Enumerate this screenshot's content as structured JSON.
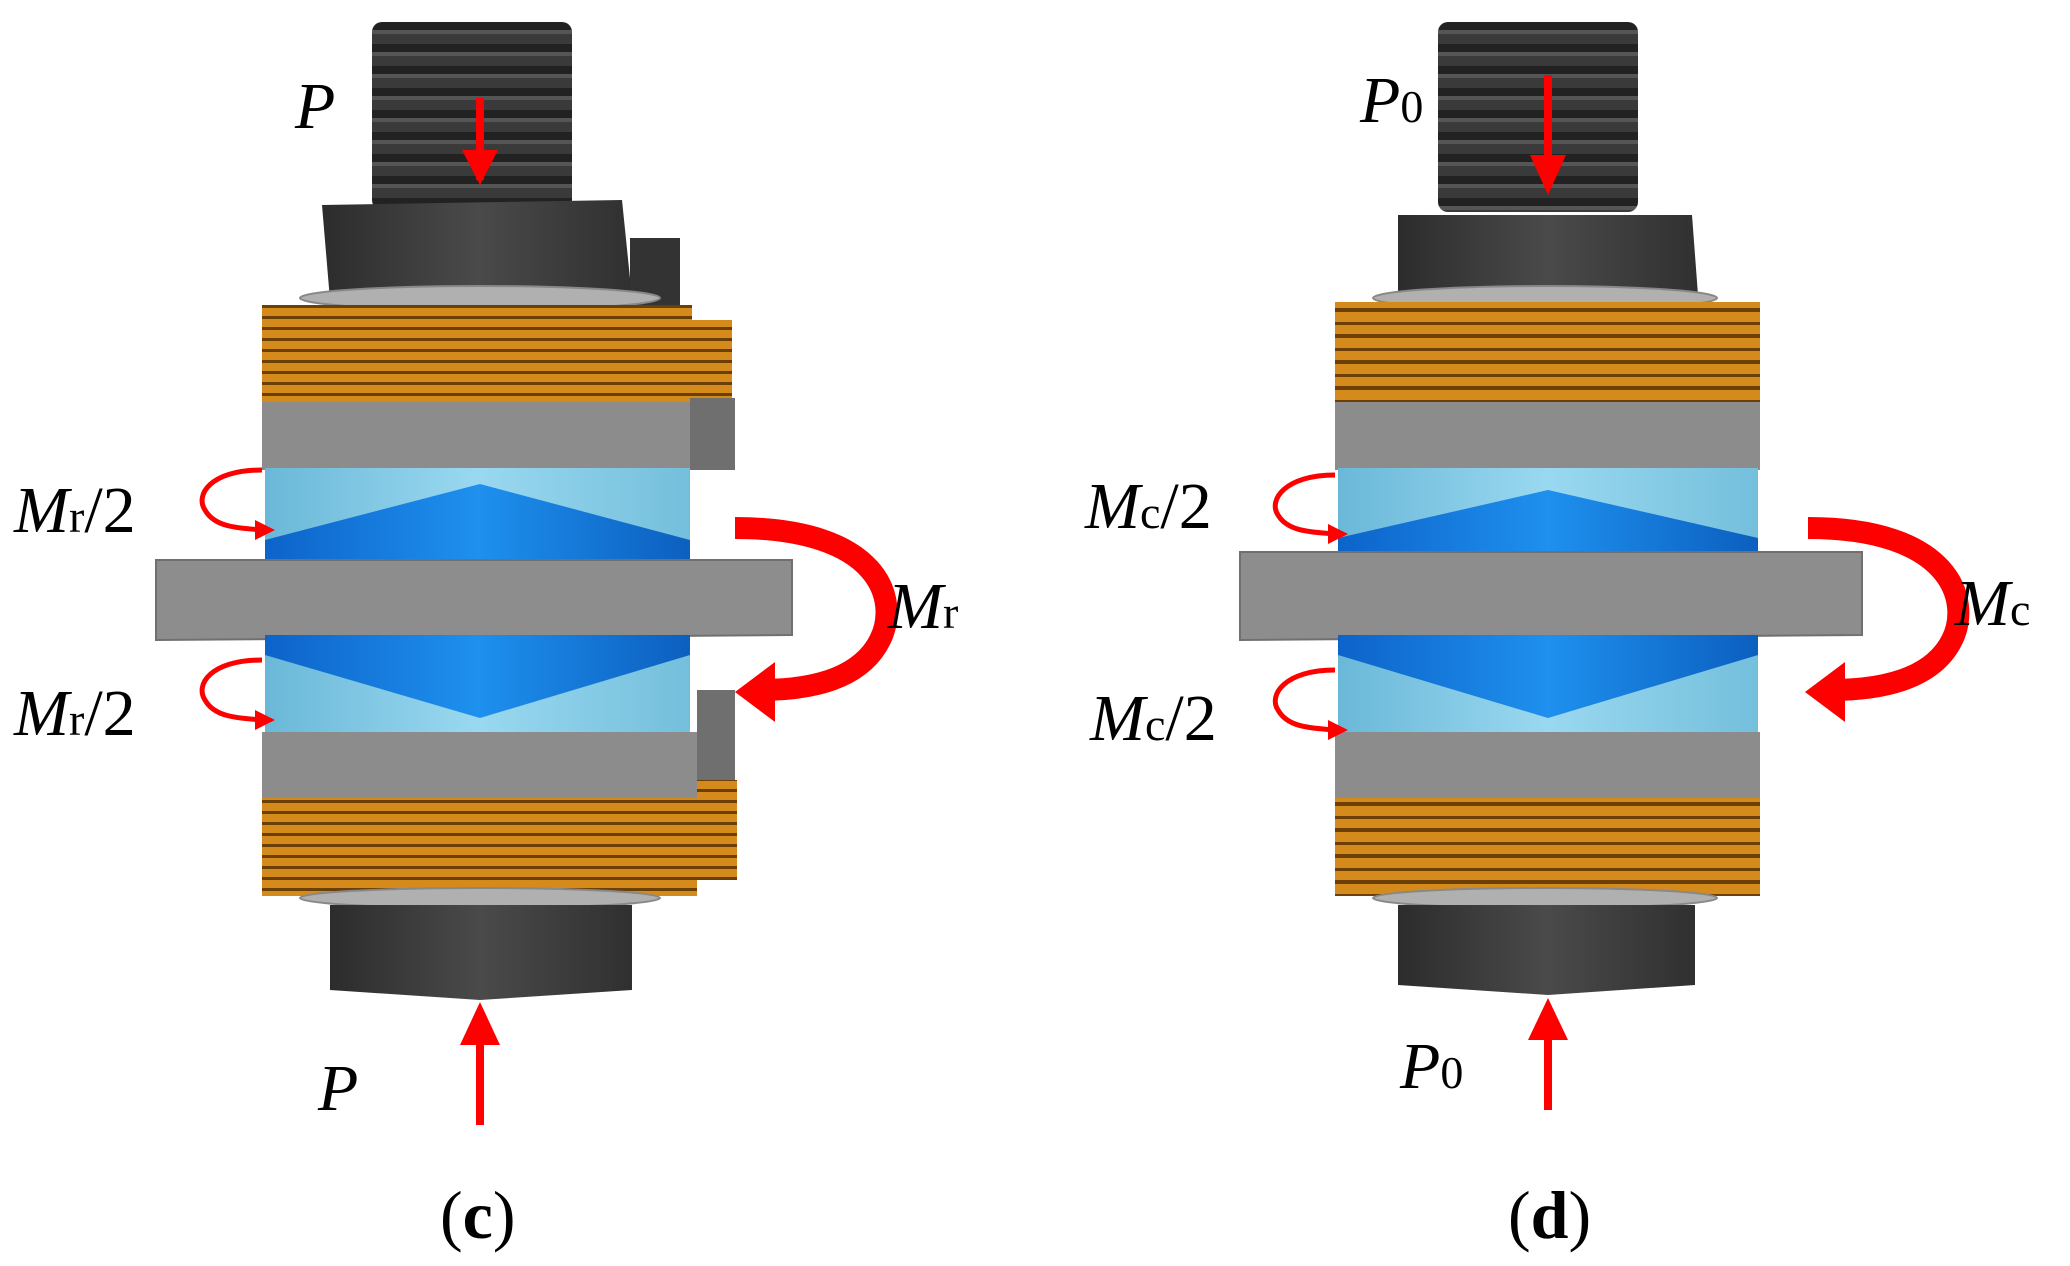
{
  "colors": {
    "background": "#ffffff",
    "force_arrow": "#ff0000",
    "bolt_dark": "#404040",
    "plate_gray": "#8c8c8c",
    "washer_orange": "#d68a1e",
    "spring_blue": "#1e88e5",
    "spring_light": "#8fd0ec"
  },
  "panels": [
    {
      "caption_open": "(",
      "caption_letter": "c",
      "caption_close": ")",
      "top_force": {
        "symbol": "P",
        "subscript": ""
      },
      "bottom_force": {
        "symbol": "P",
        "subscript": ""
      },
      "upper_moment": {
        "symbol": "M",
        "subscript": "r",
        "suffix": "/2"
      },
      "lower_moment": {
        "symbol": "M",
        "subscript": "r",
        "suffix": "/2"
      },
      "side_moment": {
        "symbol": "M",
        "subscript": "r",
        "suffix": ""
      }
    },
    {
      "caption_open": "(",
      "caption_letter": "d",
      "caption_close": ")",
      "top_force": {
        "symbol": "P",
        "subscript": "0"
      },
      "bottom_force": {
        "symbol": "P",
        "subscript": "0"
      },
      "upper_moment": {
        "symbol": "M",
        "subscript": "c",
        "suffix": "/2"
      },
      "lower_moment": {
        "symbol": "M",
        "subscript": "c",
        "suffix": "/2"
      },
      "side_moment": {
        "symbol": "M",
        "subscript": "c",
        "suffix": ""
      }
    }
  ]
}
